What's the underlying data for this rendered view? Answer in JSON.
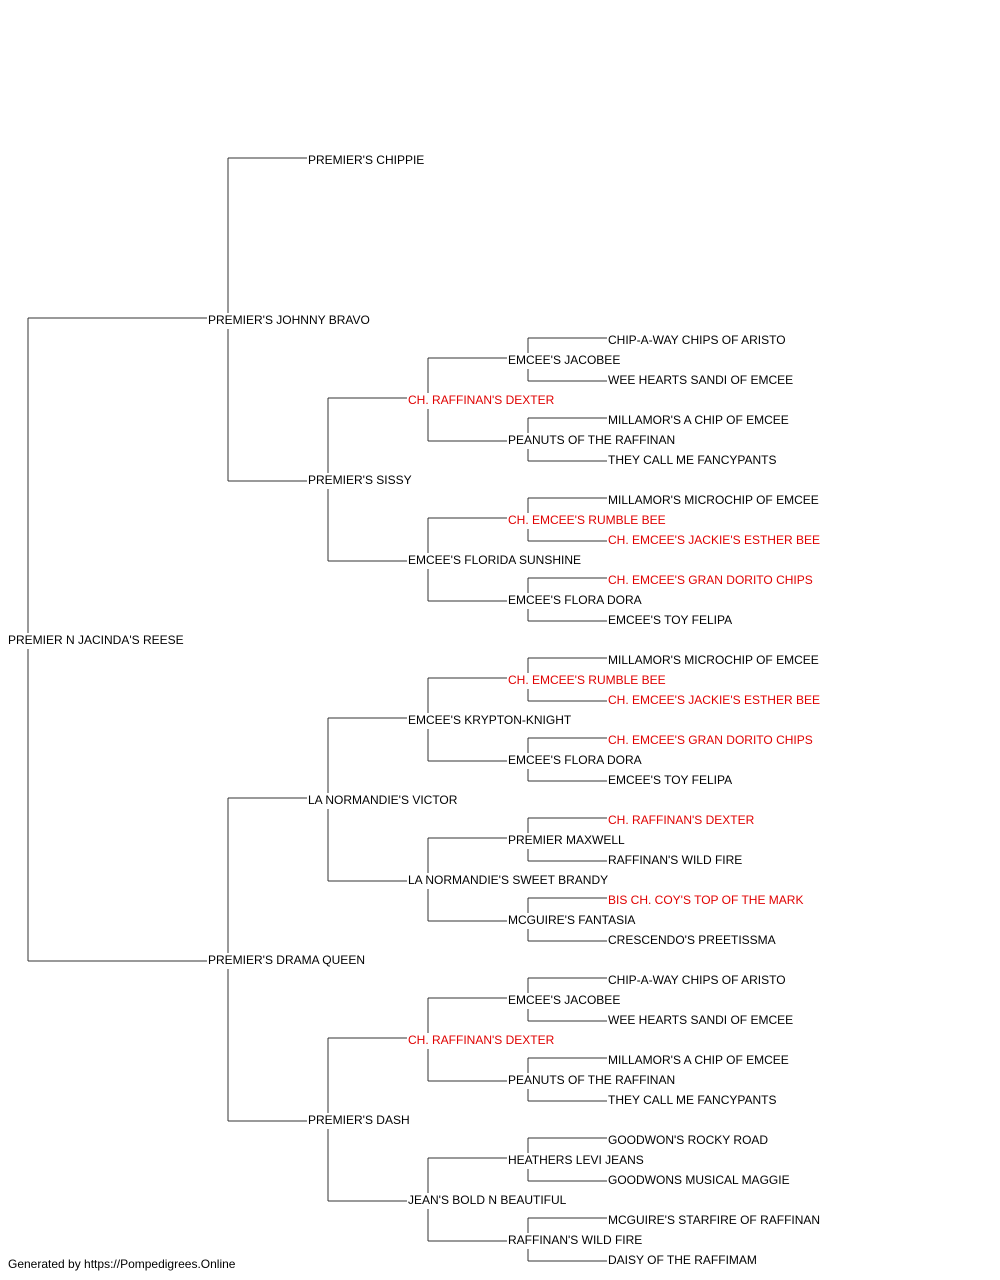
{
  "footer": "Generated by https://Pompedigrees.Online",
  "colors": {
    "normal": "#000000",
    "champion": "#e00000",
    "line": "#333333"
  },
  "pedigree": {
    "name": "PREMIER N JACINDA'S REESE",
    "champion": false,
    "sire": {
      "name": "PREMIER'S JOHNNY BRAVO",
      "champion": false,
      "sire": {
        "name": "PREMIER'S CHIPPIE",
        "champion": false
      },
      "dam": {
        "name": "PREMIER'S SISSY",
        "champion": false,
        "sire": {
          "name": "CH. RAFFINAN'S DEXTER",
          "champion": true,
          "sire": {
            "name": "EMCEE'S JACOBEE",
            "champion": false,
            "sire": {
              "name": "CHIP-A-WAY CHIPS OF ARISTO",
              "champion": false
            },
            "dam": {
              "name": "WEE HEARTS SANDI OF EMCEE",
              "champion": false
            }
          },
          "dam": {
            "name": "PEANUTS OF THE RAFFINAN",
            "champion": false,
            "sire": {
              "name": "MILLAMOR'S A CHIP OF EMCEE",
              "champion": false
            },
            "dam": {
              "name": "THEY CALL ME FANCYPANTS",
              "champion": false
            }
          }
        },
        "dam": {
          "name": "EMCEE'S FLORIDA SUNSHINE",
          "champion": false,
          "sire": {
            "name": "CH. EMCEE'S RUMBLE BEE",
            "champion": true,
            "sire": {
              "name": "MILLAMOR'S MICROCHIP OF EMCEE",
              "champion": false
            },
            "dam": {
              "name": "CH. EMCEE'S JACKIE'S ESTHER BEE",
              "champion": true
            }
          },
          "dam": {
            "name": "EMCEE'S FLORA DORA",
            "champion": false,
            "sire": {
              "name": "CH. EMCEE'S GRAN DORITO CHIPS",
              "champion": true
            },
            "dam": {
              "name": "EMCEE'S TOY FELIPA",
              "champion": false
            }
          }
        }
      }
    },
    "dam": {
      "name": "PREMIER'S DRAMA QUEEN",
      "champion": false,
      "sire": {
        "name": "LA NORMANDIE'S VICTOR",
        "champion": false,
        "sire": {
          "name": "EMCEE'S KRYPTON-KNIGHT",
          "champion": false,
          "sire": {
            "name": "CH. EMCEE'S RUMBLE BEE",
            "champion": true,
            "sire": {
              "name": "MILLAMOR'S MICROCHIP OF EMCEE",
              "champion": false
            },
            "dam": {
              "name": "CH. EMCEE'S JACKIE'S ESTHER BEE",
              "champion": true
            }
          },
          "dam": {
            "name": "EMCEE'S FLORA DORA",
            "champion": false,
            "sire": {
              "name": "CH. EMCEE'S GRAN DORITO CHIPS",
              "champion": true
            },
            "dam": {
              "name": "EMCEE'S TOY FELIPA",
              "champion": false
            }
          }
        },
        "dam": {
          "name": "LA NORMANDIE'S SWEET BRANDY",
          "champion": false,
          "sire": {
            "name": "PREMIER MAXWELL",
            "champion": false,
            "sire": {
              "name": "CH. RAFFINAN'S DEXTER",
              "champion": true
            },
            "dam": {
              "name": "RAFFINAN'S WILD FIRE",
              "champion": false
            }
          },
          "dam": {
            "name": "MCGUIRE'S FANTASIA",
            "champion": false,
            "sire": {
              "name": "BIS CH. COY'S TOP OF THE MARK",
              "champion": true
            },
            "dam": {
              "name": "CRESCENDO'S PREETISSMA",
              "champion": false
            }
          }
        }
      },
      "dam": {
        "name": "PREMIER'S DASH",
        "champion": false,
        "sire": {
          "name": "CH. RAFFINAN'S DEXTER",
          "champion": true,
          "sire": {
            "name": "EMCEE'S JACOBEE",
            "champion": false,
            "sire": {
              "name": "CHIP-A-WAY CHIPS OF ARISTO",
              "champion": false
            },
            "dam": {
              "name": "WEE HEARTS SANDI OF EMCEE",
              "champion": false
            }
          },
          "dam": {
            "name": "PEANUTS OF THE RAFFINAN",
            "champion": false,
            "sire": {
              "name": "MILLAMOR'S A CHIP OF EMCEE",
              "champion": false
            },
            "dam": {
              "name": "THEY CALL ME FANCYPANTS",
              "champion": false
            }
          }
        },
        "dam": {
          "name": "JEAN'S BOLD N BEAUTIFUL",
          "champion": false,
          "sire": {
            "name": "HEATHERS LEVI JEANS",
            "champion": false,
            "sire": {
              "name": "GOODWON'S ROCKY ROAD",
              "champion": false
            },
            "dam": {
              "name": "GOODWONS MUSICAL MAGGIE",
              "champion": false
            }
          },
          "dam": {
            "name": "RAFFINAN'S WILD FIRE",
            "champion": false,
            "sire": {
              "name": "MCGUIRE'S STARFIRE OF RAFFINAN",
              "champion": false
            },
            "dam": {
              "name": "DAISY OF THE RAFFIMAM",
              "champion": false
            }
          }
        }
      }
    }
  }
}
